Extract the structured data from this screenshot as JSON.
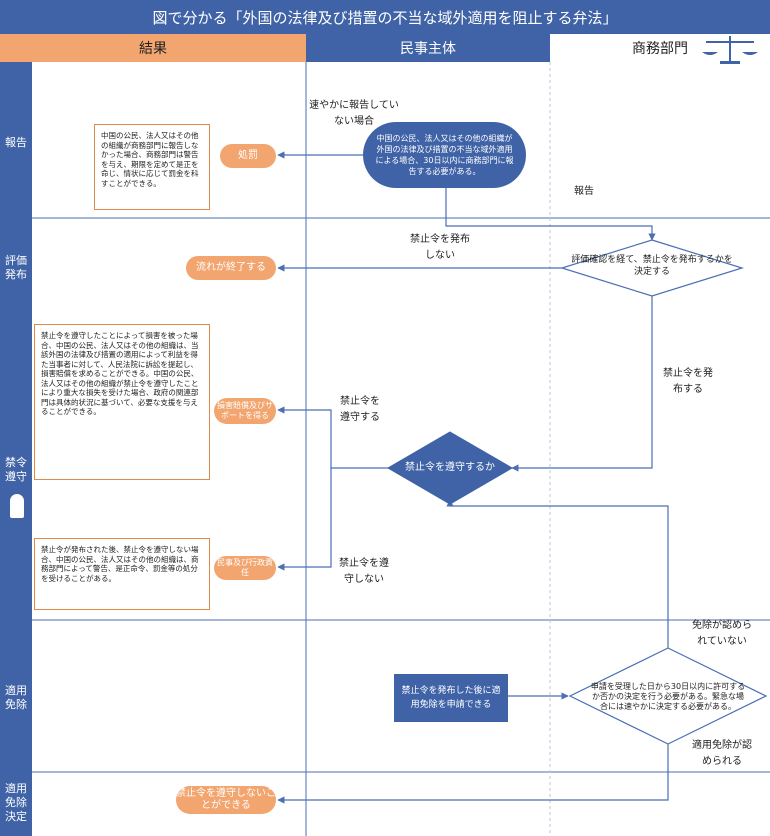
{
  "title": "図で分かる「外国の法律及び措置の不当な域外適用を阻止する弁法」",
  "columns": {
    "result": "結果",
    "citizen": "民事主体",
    "commerce": "商務部門"
  },
  "rows": {
    "report": "報告",
    "evaluation": "評価発布",
    "prohibition": "禁令遵守",
    "exemption": "適用免除",
    "decision": "適用免除決定"
  },
  "nodes": {
    "citizen_report": "中国の公民、法人又はその他の組織が外国の法律及び措置の不当な域外適用による場合、30日以内に商務部門に報告する必要がある。",
    "penalty_report": "処罰",
    "penalty_report_note": "中国の公民、法人又はその他の組織が商務部門に報告しなかった場合、商務部門は警告を与え、期限を定めて是正を命じ、情状に応じて罰金を科すことができる。",
    "no_report_label": "速やかに報告していない場合",
    "report_label": "報告",
    "evaluation_decision": "評価確認を経て、禁止令を発布するかを決定する",
    "process_end": "流れが終了する",
    "not_issue_label": "禁止令を発布しない",
    "issue_label": "禁止令を発布する",
    "comply_decision": "禁止令を遵守するか",
    "comply_label": "禁止令を遵守する",
    "not_comply_label": "禁止令を遵守しない",
    "compensation": "損害賠償及びサポートを得る",
    "compensation_note": "禁止令を遵守したことによって損害を被った場合、中国の公民、法人又はその他の組織は、当該外国の法律及び措置の適用によって利益を得た当事者に対して、人民法院に訴訟を提起し、損害賠償を求めることができる。中国の公民、法人又はその他の組織が禁止令を遵守したことにより重大な損失を受けた場合、政府の関連部門は具体的状況に基づいて、必要な支援を与えることができる。",
    "liability": "民事及び行政責任",
    "liability_note": "禁止令が発布された後、禁止令を遵守しない場合、中国の公民、法人又はその他の組織は、商務部門によって警告、是正命令、罰金等の処分を受けることがある。",
    "apply_exemption": "禁止令を発布した後に適用免除を申請できる",
    "exemption_decision": "申請を受理した日から30日以内に許可するか否かの決定を行う必要がある。緊急な場合には速やかに決定する必要がある。",
    "not_granted_label": "免除が認められていない",
    "granted_label": "適用免除が認められる",
    "may_not_comply": "禁止令を遵守しないことができる"
  }
}
